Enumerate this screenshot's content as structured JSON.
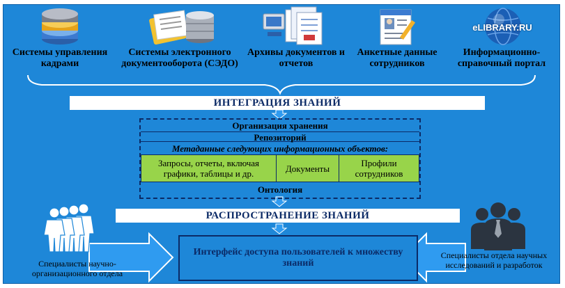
{
  "sources": [
    {
      "label": "Системы управления кадрами",
      "icon": "database-icon"
    },
    {
      "label": "Системы электронного документооборота (СЭДО)",
      "icon": "documents-database-icon"
    },
    {
      "label": "Архивы документов и отчетов",
      "icon": "archive-icon"
    },
    {
      "label": "Анкетные данные сотрудников",
      "icon": "profile-card-icon"
    },
    {
      "label": "Информационно-справочный портал",
      "icon": "globe-icon",
      "logo_text": "eLIBRARY.RU"
    }
  ],
  "integration": "ИНТЕГРАЦИЯ ЗНАНИЙ",
  "storage": {
    "title": "Организация хранения",
    "repository": "Репозиторий",
    "metadata": "Метаданные следующих информационных объектов:",
    "objects": [
      "Запросы, отчеты, включая графики, таблицы и др.",
      "Документы",
      "Профили сотрудников"
    ],
    "ontology": "Онтология"
  },
  "distribution": "РАСПРОСТРАНЕНИЕ ЗНАНИЙ",
  "interface": "Интерфейс доступа пользователей к множеству знаний",
  "users_left": "Специалисты научно-организационного отдела",
  "users_right": "Специалисты отдела научных исследований и разработок",
  "colors": {
    "panel": "#1e87d8",
    "green": "#98d44a",
    "border": "#0b2a66",
    "arrow": "#2f9bf0"
  }
}
